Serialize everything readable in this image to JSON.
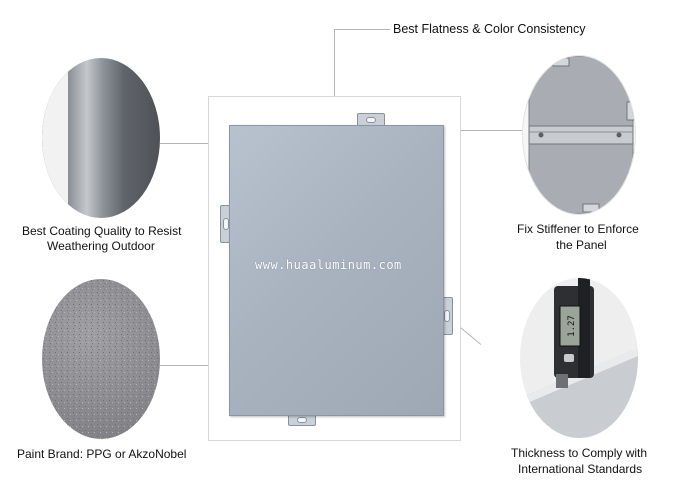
{
  "top_label": "Best Flatness & Color Consistency",
  "callouts": {
    "coating": {
      "line1": "Best Coating Quality to Resist",
      "line2": "Weathering Outdoor"
    },
    "paint": {
      "line1": "Paint Brand: PPG or AkzoNobel"
    },
    "stiffener": {
      "line1": "Fix Stiffener to Enforce",
      "line2": "the Panel"
    },
    "thickness": {
      "line1": "Thickness to Comply with",
      "line2": "International Standards"
    }
  },
  "watermark": "www.huaaluminum.com",
  "caliper_reading": "1.27",
  "colors": {
    "panel": "#a9b3c0",
    "leader_line": "#b5b5b5",
    "text": "#111111"
  }
}
